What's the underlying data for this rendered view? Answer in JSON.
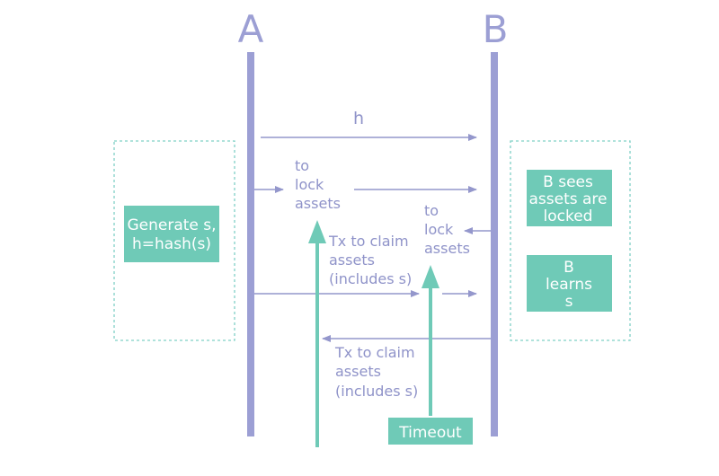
{
  "colors": {
    "lifeline": "#9c9fd4",
    "arrow": "#9497cc",
    "text": "#8f93c9",
    "teal": "#6fcab7",
    "dashed_border": "#7fd0c5",
    "box_text": "#ffffff"
  },
  "participants": {
    "a": "A",
    "b": "B"
  },
  "messages": {
    "hash": "h",
    "a_lock": [
      "to",
      "lock",
      "assets"
    ],
    "b_lock": [
      "to",
      "lock",
      "assets"
    ],
    "b_claim": [
      "Tx to claim",
      "assets",
      "(includes s)"
    ],
    "a_claim": [
      "Tx to claim",
      "assets",
      "(includes s)"
    ]
  },
  "boxes": {
    "generate": [
      "Generate s,",
      "h=hash(s)"
    ],
    "sees": [
      "B sees",
      "assets are",
      "locked"
    ],
    "learns": [
      "B",
      "learns",
      "s"
    ],
    "timeout": "Timeout"
  }
}
